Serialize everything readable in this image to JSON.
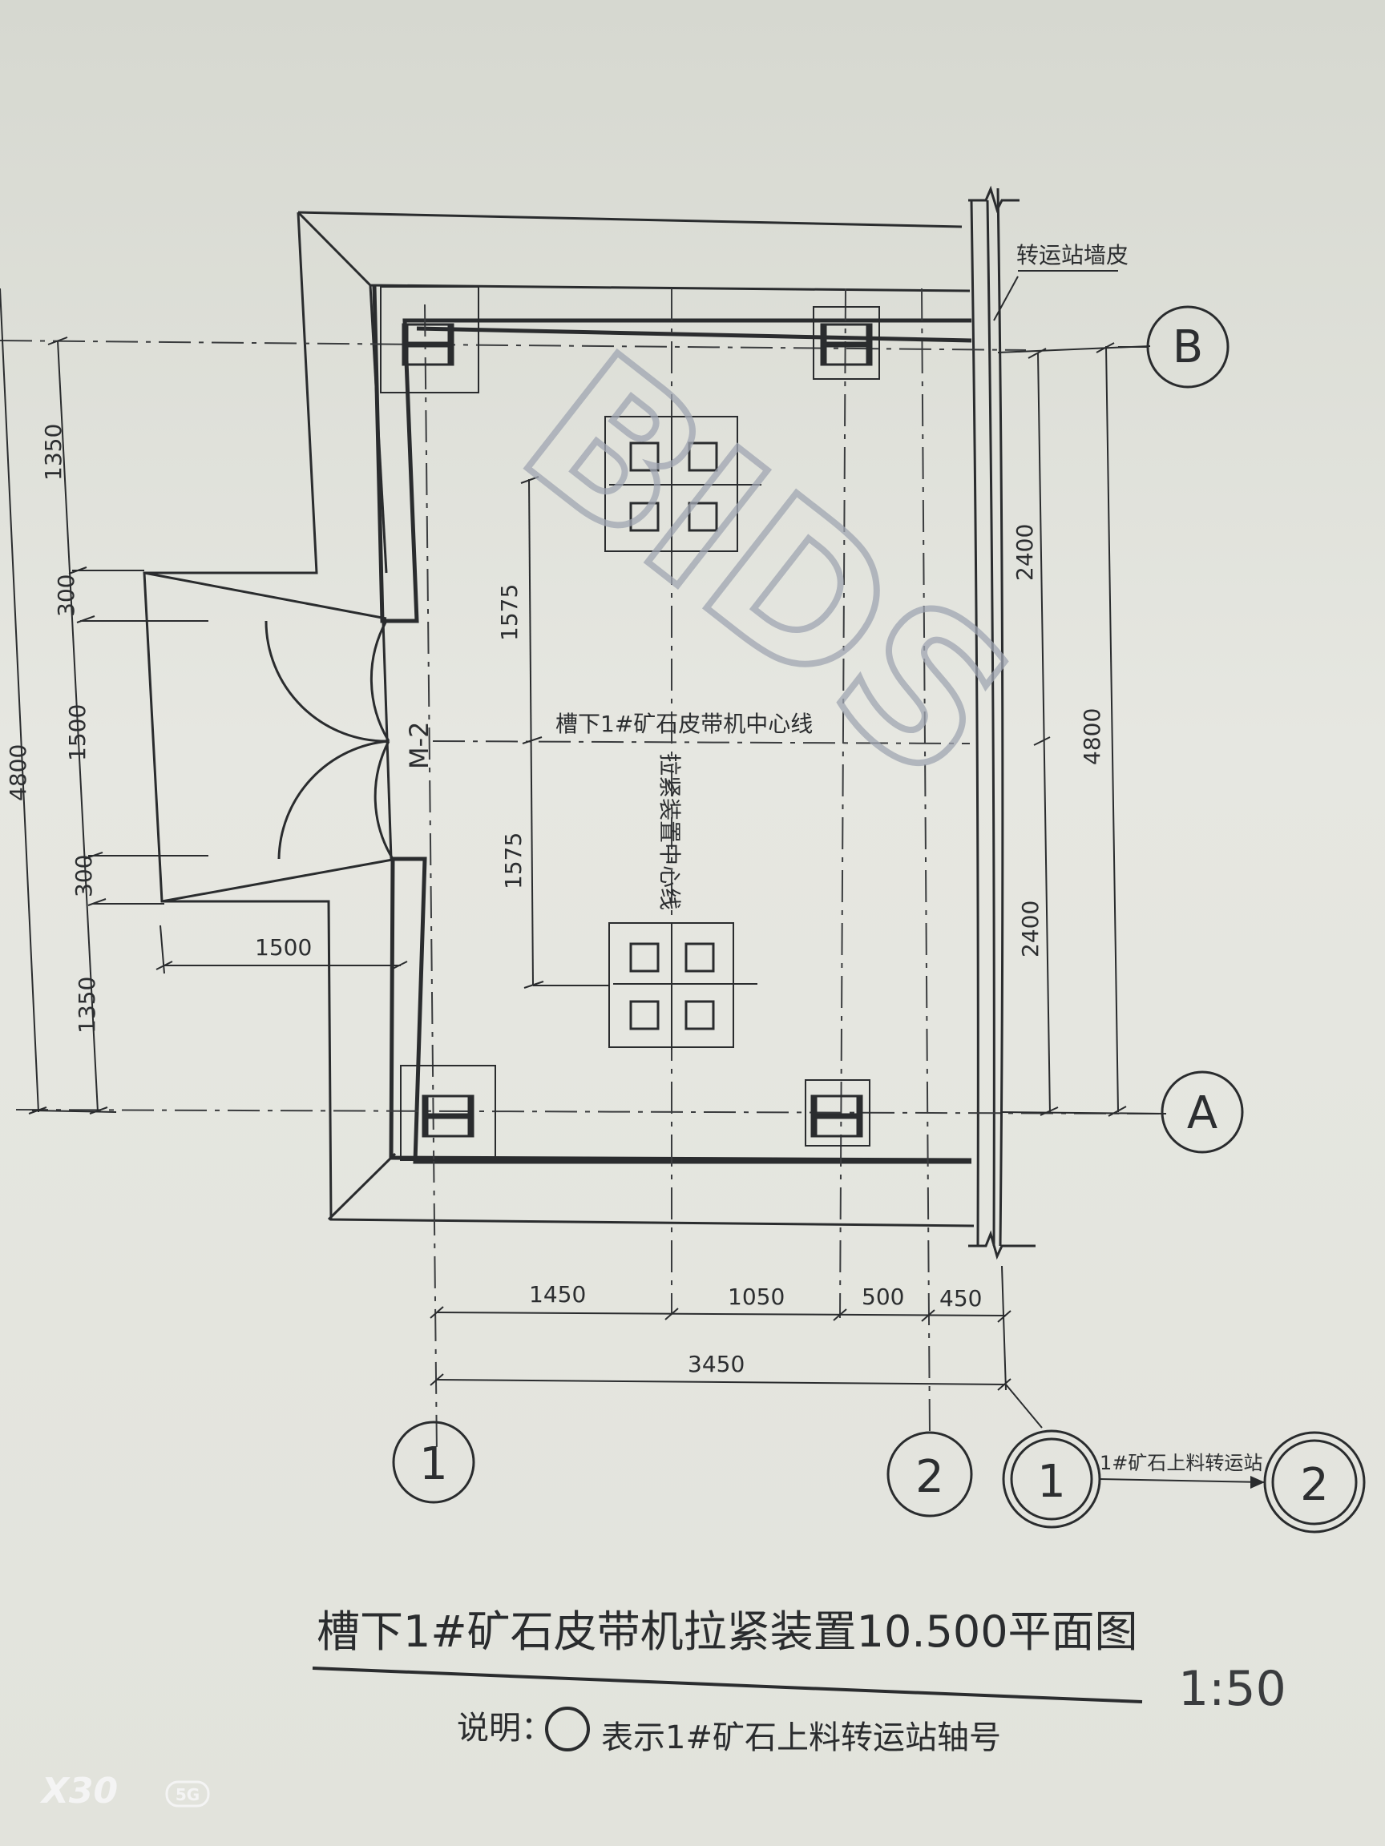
{
  "drawing": {
    "title": "槽下1#矿石皮带机拉紧装置10.500平面图",
    "scale": "1:50",
    "note_prefix": "说明：",
    "note_text": "表示1#矿石上料转运站轴号"
  },
  "axes": {
    "row_b": "B",
    "row_a": "A",
    "col_1": "1",
    "col_2": "2",
    "station_col_1": "1",
    "station_col_2": "2"
  },
  "labels": {
    "wall_skin": "转运站墙皮",
    "belt_centerline": "槽下1#矿石皮带机中心线",
    "tension_centerline": "拉紧装置中心线",
    "door": "M-2",
    "station_link": "1#矿石上料转运站"
  },
  "dimensions": {
    "left_outer": "4800",
    "left_top": "1350",
    "left_300_top": "300",
    "left_1500": "1500",
    "left_300_bottom": "300",
    "left_bottom": "1350",
    "door_width": "1500",
    "inner_top": "1575",
    "inner_bottom": "1575",
    "right_top": "2400",
    "right_bottom": "2400",
    "right_total": "4800",
    "bottom_1450": "1450",
    "bottom_1050": "1050",
    "bottom_500": "500",
    "bottom_450": "450",
    "bottom_total": "3450"
  },
  "watermark": "BIDS",
  "phone_brand": "X30",
  "phone_network": "5G"
}
